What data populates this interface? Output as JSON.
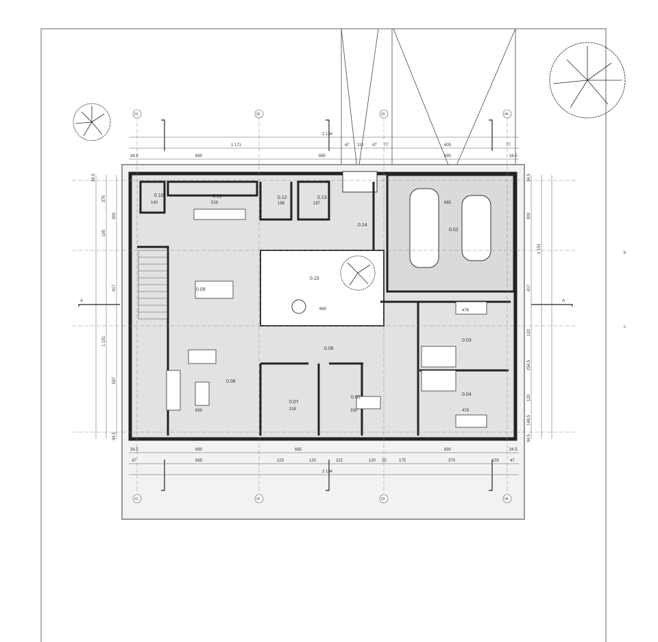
{
  "plan": {
    "rooms": [
      {
        "id": "0.10",
        "area": "140"
      },
      {
        "id": "0.11",
        "area": "516"
      },
      {
        "id": "0.12",
        "area": "188"
      },
      {
        "id": "0.13",
        "area": "187"
      },
      {
        "id": "0.14",
        "area": ""
      },
      {
        "id": "0.15",
        "area": "660"
      },
      {
        "id": "0.09",
        "area": ""
      },
      {
        "id": "0.08",
        "area": "665"
      },
      {
        "id": "0.06",
        "area": ""
      },
      {
        "id": "0.07",
        "area": "318"
      },
      {
        "id": "0.05",
        "area": "330"
      },
      {
        "id": "0.02",
        "area": "665"
      },
      {
        "id": "0.03",
        "area": "478"
      },
      {
        "id": "0.04",
        "area": "478"
      }
    ],
    "grid_top": [
      "01",
      "02",
      "03",
      "04"
    ],
    "grid_bottom": [
      "01",
      "02",
      "03",
      "04"
    ],
    "section_marks": {
      "a": "A",
      "b": "b",
      "c": "c"
    },
    "dims_top": {
      "overall": "2 134",
      "row2": [
        "1 171",
        "47",
        "110",
        "47",
        "77",
        "605",
        "77"
      ],
      "row3": [
        "34.5",
        "690",
        "685",
        "690",
        "34.5"
      ]
    },
    "dims_bottom": {
      "row1": [
        "34.5",
        "690",
        "685",
        "690",
        "34.5"
      ],
      "row2": [
        "47",
        "665",
        "223",
        "120",
        "222",
        "120",
        "25",
        "175",
        "370",
        "150",
        "47"
      ],
      "overall": "2 134"
    },
    "dims_left": [
      "34.5",
      "375",
      "300",
      "195",
      "417",
      "1 151",
      "597",
      "34.5"
    ],
    "dims_right": [
      "34.5",
      "300",
      "1 151",
      "417",
      "120",
      "254.5",
      "120",
      "148.5",
      "34.5"
    ],
    "colors": {
      "slab": "#e2e2e2",
      "wall": "#222222",
      "line": "#555555"
    }
  }
}
